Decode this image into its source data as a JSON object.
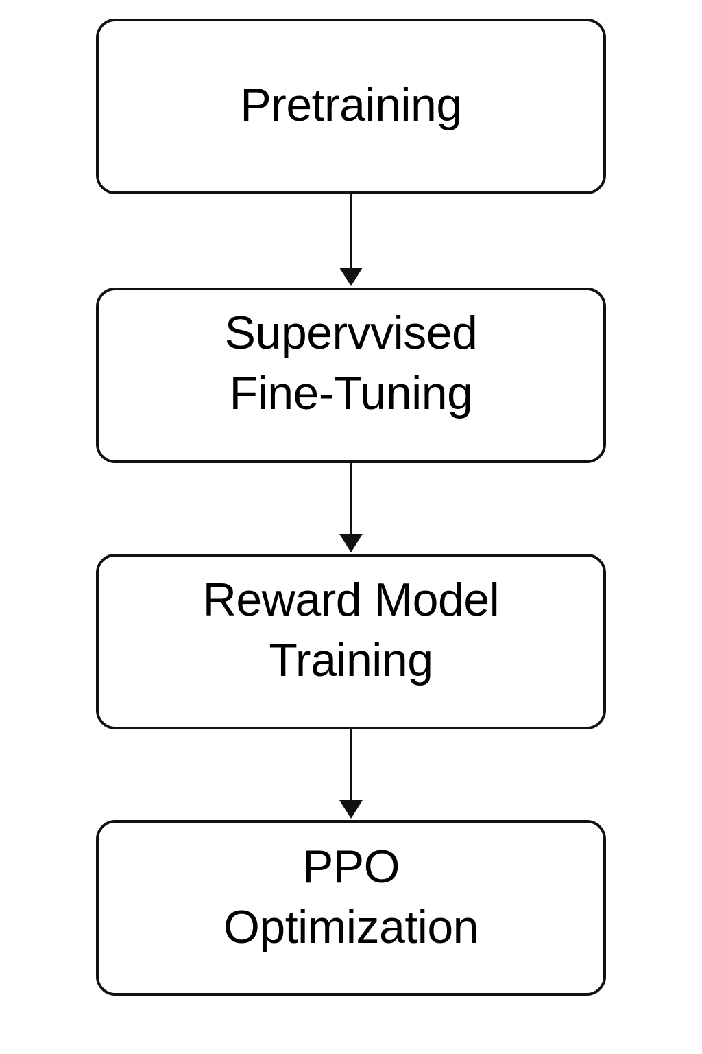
{
  "diagram": {
    "stages": [
      {
        "lines": [
          "Pretraining"
        ]
      },
      {
        "lines": [
          "Supervvised",
          "Fine-Tuning"
        ]
      },
      {
        "lines": [
          "Reward Model",
          "Training"
        ]
      },
      {
        "lines": [
          "PPO",
          "Optimization"
        ]
      }
    ],
    "edges": [
      {
        "from": 0,
        "to": 1
      },
      {
        "from": 1,
        "to": 2
      },
      {
        "from": 2,
        "to": 3
      }
    ],
    "colors": {
      "stroke": "#111111",
      "background": "#ffffff",
      "text": "#000000"
    }
  }
}
